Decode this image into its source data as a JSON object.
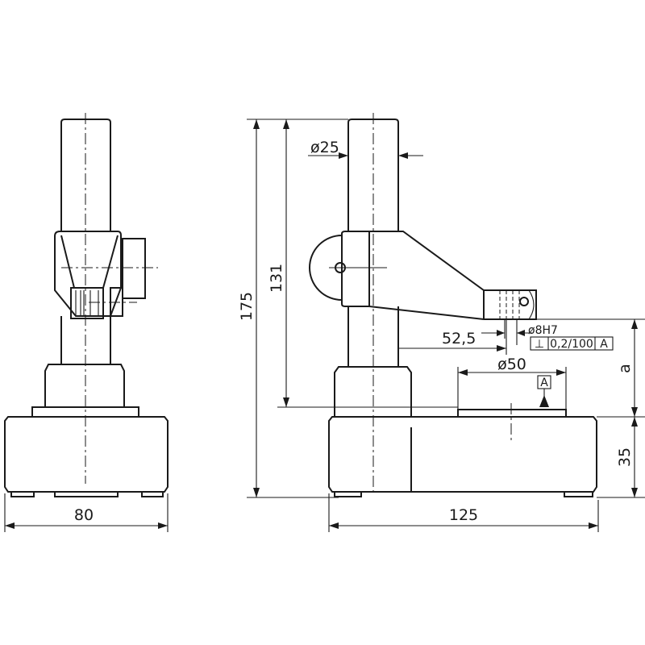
{
  "drawing": {
    "side_view": {
      "width_dim": "80"
    },
    "front_view": {
      "total_height_dim": "175",
      "column_height_dim": "131",
      "column_diameter_dim": "ø25",
      "arm_reach_dim": "52,5",
      "bore_dim": "ø8H7",
      "tolerance_frame": {
        "symbol": "⊥",
        "value": "0,2/100",
        "datum": "A"
      },
      "plate_diameter_dim": "ø50",
      "datum_label": "A",
      "variable_height_dim": "a",
      "base_height_dim": "35",
      "base_width_dim": "125"
    }
  }
}
